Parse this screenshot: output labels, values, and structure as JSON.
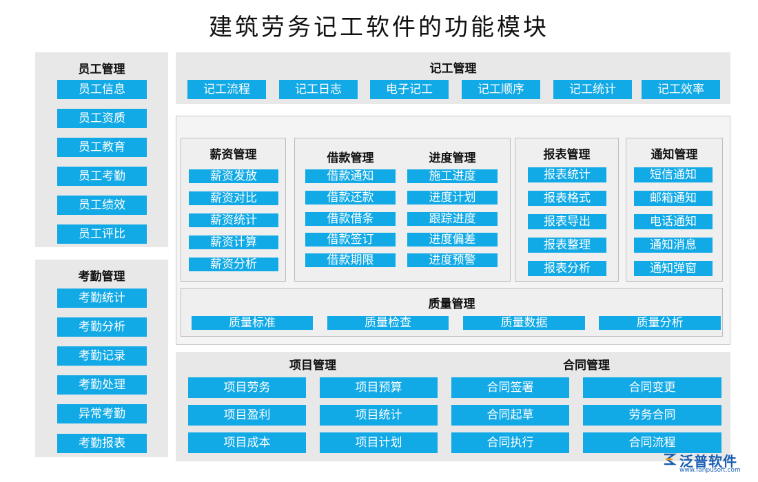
{
  "title": "建筑劳务记工软件的功能模块",
  "staff": {
    "title": "员工管理",
    "items": [
      "员工信息",
      "员工资质",
      "员工教育",
      "员工考勤",
      "员工绩效",
      "员工评比"
    ]
  },
  "attendance": {
    "title": "考勤管理",
    "items": [
      "考勤统计",
      "考勤分析",
      "考勤记录",
      "考勤处理",
      "异常考勤",
      "考勤报表"
    ]
  },
  "record": {
    "title": "记工管理",
    "items": [
      "记工流程",
      "记工日志",
      "电子记工",
      "记工顺序",
      "记工统计",
      "记工效率"
    ]
  },
  "salary": {
    "title": "薪资管理",
    "items": [
      "薪资发放",
      "薪资对比",
      "薪资统计",
      "薪资计算",
      "薪资分析"
    ]
  },
  "loan": {
    "title": "借款管理",
    "items": [
      "借款通知",
      "借款还款",
      "借款借条",
      "借款签订",
      "借款期限"
    ]
  },
  "progress": {
    "title": "进度管理",
    "items": [
      "施工进度",
      "进度计划",
      "跟踪进度",
      "进度偏差",
      "进度预警"
    ]
  },
  "report": {
    "title": "报表管理",
    "items": [
      "报表统计",
      "报表格式",
      "报表导出",
      "报表整理",
      "报表分析"
    ]
  },
  "notice": {
    "title": "通知管理",
    "items": [
      "短信通知",
      "邮箱通知",
      "电话通知",
      "通知消息",
      "通知弹窗"
    ]
  },
  "quality": {
    "title": "质量管理",
    "items": [
      "质量标准",
      "质量检查",
      "质量数据",
      "质量分析"
    ]
  },
  "project": {
    "title": "项目管理",
    "items": [
      "项目劳务",
      "项目预算",
      "项目盈利",
      "项目统计",
      "项目成本",
      "项目计划"
    ]
  },
  "contract": {
    "title": "合同管理",
    "items": [
      "合同签署",
      "合同变更",
      "合同起草",
      "劳务合同",
      "合同执行",
      "合同流程"
    ]
  },
  "logo": {
    "name": "泛普软件",
    "url": "www.fanpusoft.com"
  },
  "colors": {
    "button": "#11a9e6",
    "panel": "#e8e8e8",
    "logo": "#1a5fb4"
  }
}
